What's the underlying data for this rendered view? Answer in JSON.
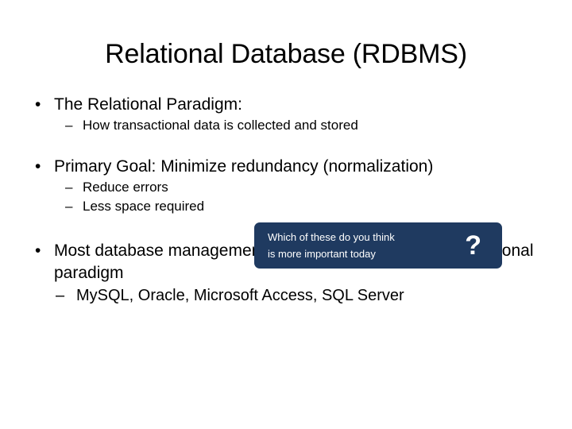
{
  "slide": {
    "title": "Relational Database (RDBMS)",
    "background_color": "#ffffff",
    "text_color": "#000000",
    "bullet_glyph": "•",
    "dash_glyph": "–",
    "blocks": [
      {
        "level1": "The Relational Paradigm:",
        "level2": [
          "How transactional data is collected and stored"
        ]
      },
      {
        "level1": "Primary Goal: Minimize redundancy (normalization)",
        "level2": [
          "Reduce errors",
          "Less space required"
        ]
      },
      {
        "level1": "Most database management systems are based on the relational paradigm",
        "level2": [
          "MySQL, Oracle, Microsoft Access, SQL Server"
        ]
      }
    ]
  },
  "callout": {
    "line1": "Which of these do you think",
    "line2": "is more important today",
    "mark": "?",
    "background_color": "#1f3a60",
    "text_color": "#ffffff"
  }
}
